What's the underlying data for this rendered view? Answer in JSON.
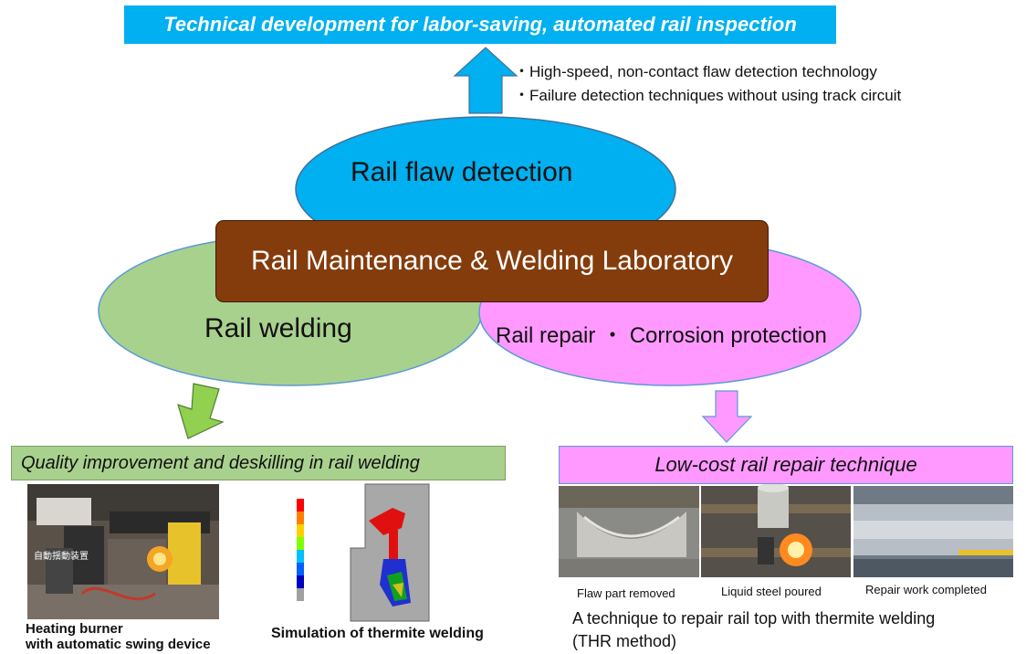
{
  "header": {
    "title": "Technical development for labor-saving, automated rail inspection",
    "bullets": [
      "・High-speed, non-contact flaw detection technology",
      "・Failure detection techniques without using track circuit"
    ]
  },
  "center": {
    "lab_name": "Rail Maintenance & Welding Laboratory",
    "areas": {
      "flaw_detection": "Rail flaw detection",
      "welding": "Rail welding",
      "repair": "Rail repair ・ Corrosion protection"
    }
  },
  "welding": {
    "banner": "Quality improvement and deskilling in rail welding",
    "photo_label": "自動揺動装置",
    "burner_caption_1": "Heating burner",
    "burner_caption_2": "with automatic swing device",
    "simulation_caption": "Simulation of thermite welding"
  },
  "repair": {
    "banner": "Low-cost rail repair technique",
    "photo_captions": [
      "Flaw part removed",
      "Liquid steel poured",
      "Repair work completed"
    ],
    "description_1": "A technique to repair rail top with thermite welding",
    "description_2": "(THR method)"
  },
  "colors": {
    "blue": "#00b0f0",
    "green": "#a9d18e",
    "pink": "#ff99ff",
    "brown": "#843c0c"
  }
}
